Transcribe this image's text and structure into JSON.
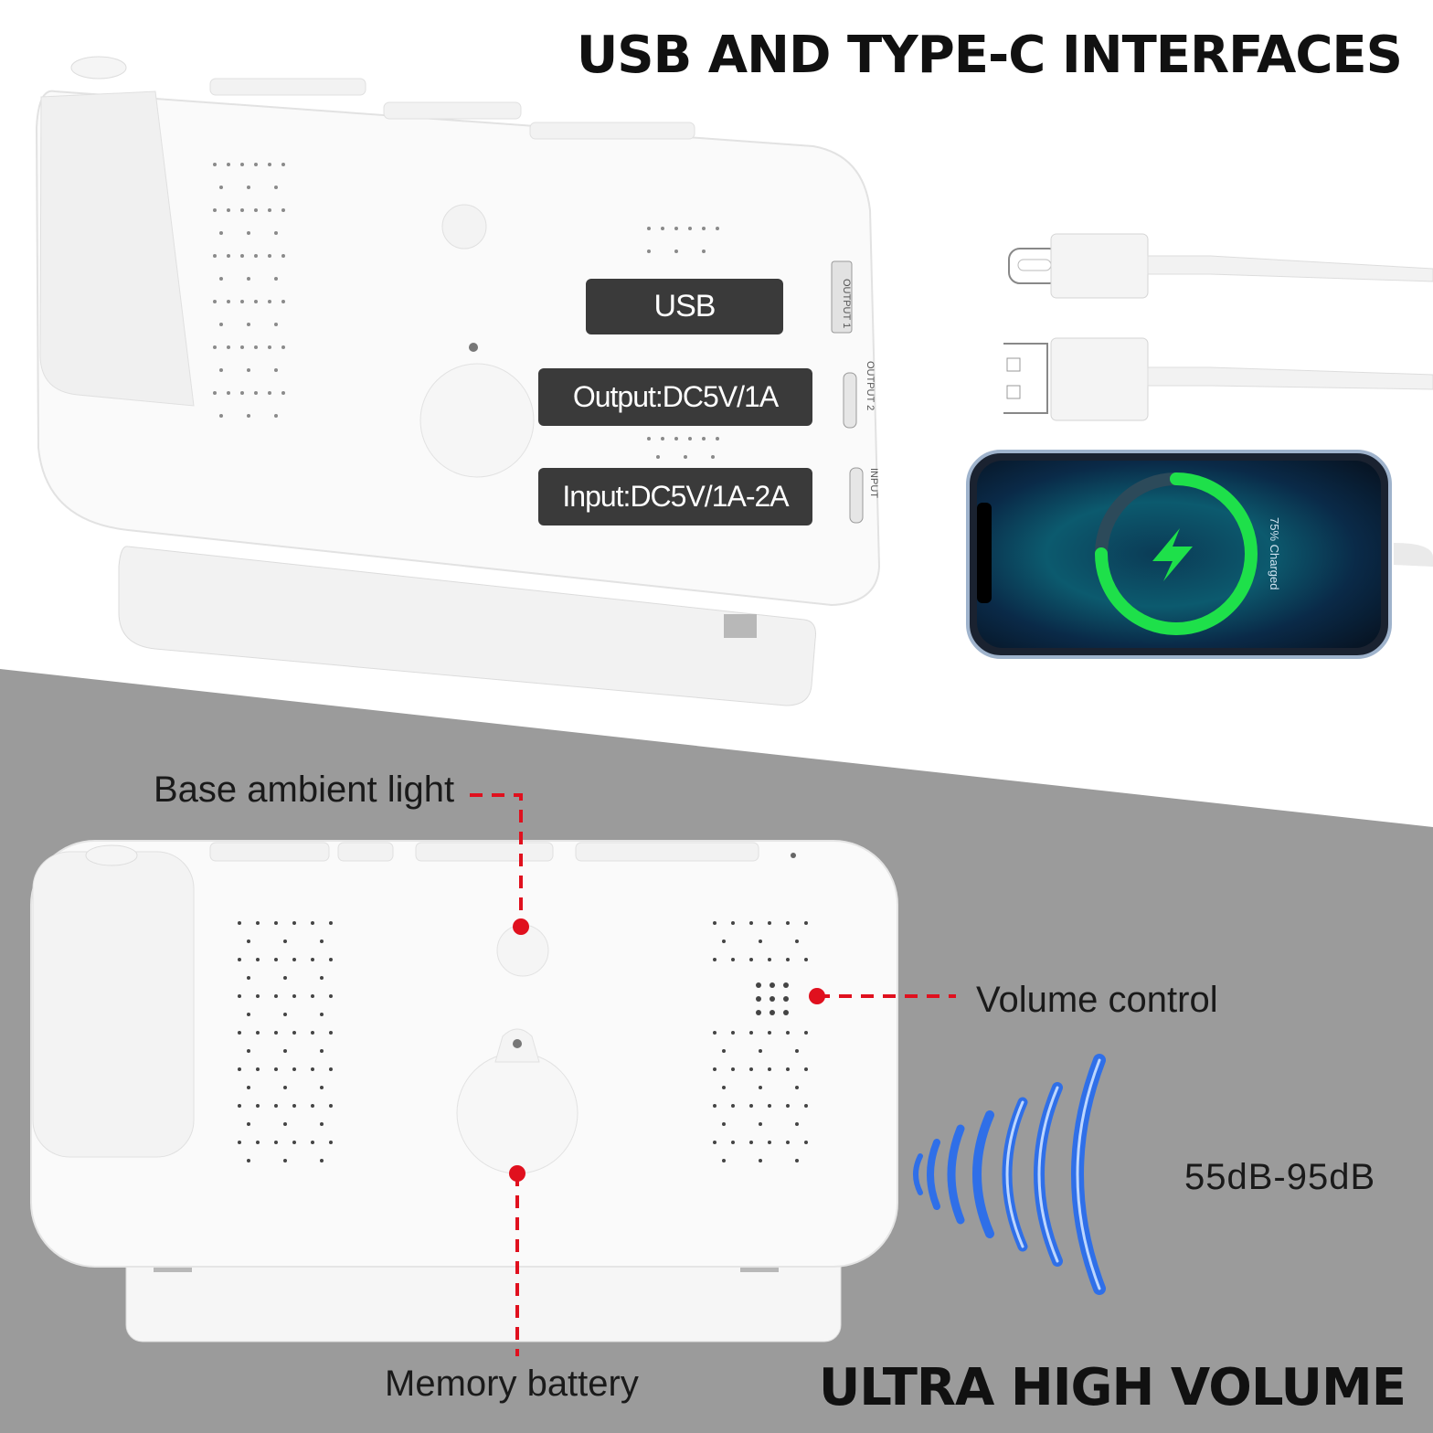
{
  "header": {
    "title": "USB AND TYPE-C INTERFACES"
  },
  "top_panel": {
    "labels": [
      {
        "text": "USB"
      },
      {
        "text": "Output:DC5V/1A"
      },
      {
        "text": "Input:DC5V/1A-2A"
      }
    ],
    "port_labels": {
      "output1": "OUTPUT 1",
      "output2": "OUTPUT 2",
      "input": "INPUT"
    },
    "phone_status": "75% Charged"
  },
  "bottom_panel": {
    "callouts": {
      "base_light": "Base ambient light",
      "volume_control": "Volume control",
      "memory_battery": "Memory battery",
      "volume_range": "55dB-95dB"
    },
    "title": "ULTRA HIGH VOLUME"
  },
  "colors": {
    "marker": "#e0101e",
    "sound_wave": "#2f6fe8",
    "charge_ring": "#1ee04a",
    "backdrop": "#9a9a9a",
    "pill": "#3a3a3a"
  }
}
